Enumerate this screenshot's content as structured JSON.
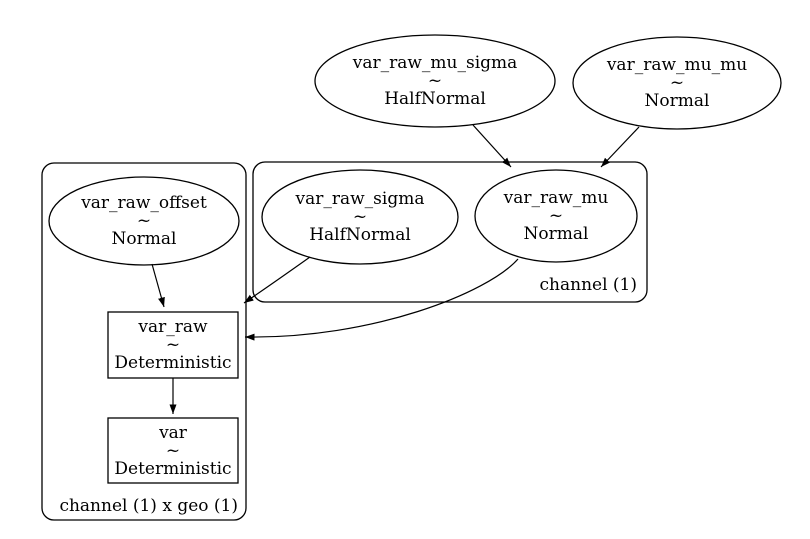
{
  "diagram": {
    "type": "graphviz-model-graph",
    "background_color": "#ffffff",
    "line_color": "#000000",
    "nodes": {
      "var_raw_mu_sigma": {
        "name": "var_raw_mu_sigma",
        "op": "~",
        "dist": "HalfNormal",
        "shape": "ellipse"
      },
      "var_raw_mu_mu": {
        "name": "var_raw_mu_mu",
        "op": "~",
        "dist": "Normal",
        "shape": "ellipse"
      },
      "var_raw_sigma": {
        "name": "var_raw_sigma",
        "op": "~",
        "dist": "HalfNormal",
        "shape": "ellipse"
      },
      "var_raw_mu": {
        "name": "var_raw_mu",
        "op": "~",
        "dist": "Normal",
        "shape": "ellipse"
      },
      "var_raw_offset": {
        "name": "var_raw_offset",
        "op": "~",
        "dist": "Normal",
        "shape": "ellipse"
      },
      "var_raw": {
        "name": "var_raw",
        "op": "~",
        "dist": "Deterministic",
        "shape": "box"
      },
      "var": {
        "name": "var",
        "op": "~",
        "dist": "Deterministic",
        "shape": "box"
      }
    },
    "plates": {
      "channel": {
        "label": "channel (1)"
      },
      "channel_geo": {
        "label": "channel (1) x geo (1)"
      }
    },
    "edges": [
      {
        "from": "var_raw_mu_sigma",
        "to": "var_raw_mu"
      },
      {
        "from": "var_raw_mu_mu",
        "to": "var_raw_mu"
      },
      {
        "from": "var_raw_offset",
        "to": "var_raw"
      },
      {
        "from": "var_raw_sigma",
        "to": "var_raw"
      },
      {
        "from": "var_raw_mu",
        "to": "var_raw"
      },
      {
        "from": "var_raw",
        "to": "var"
      }
    ]
  }
}
